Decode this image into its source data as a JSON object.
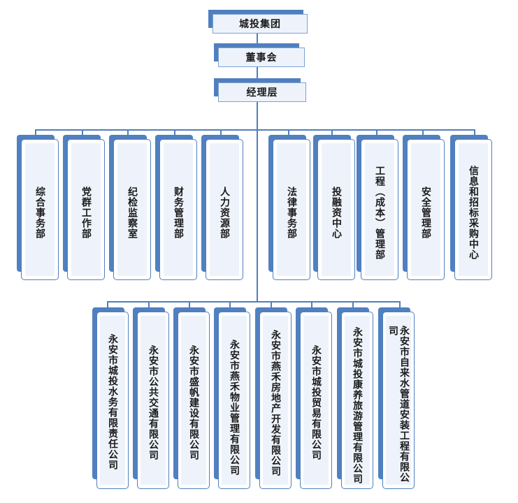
{
  "org": {
    "root": "城投集团",
    "board": "董事会",
    "management": "经理层",
    "departments": [
      "综合事务部",
      "党群工作部",
      "纪检监察室",
      "财务管理部",
      "人力资源部",
      "法律事务部",
      "投融资中心",
      "工程（成本）管理部",
      "安全管理部",
      "信息和招标采购中心"
    ],
    "companies": [
      "永安市城投水务有限责任公司",
      "永安市公共交通有限公司",
      "永安市盛帆建设有限公司",
      "永安市燕禾物业管理有限公司",
      "永安市燕禾房地产开发有限公司",
      "永安市城投贸易有限公司",
      "永安市城投康养旅游管理有限公司",
      "永安市自来水管道安装工程有限公司"
    ]
  },
  "colors": {
    "line": "#4f7fbf",
    "box_fill": "#eef3fb",
    "box_border": "#4f7fbf"
  }
}
